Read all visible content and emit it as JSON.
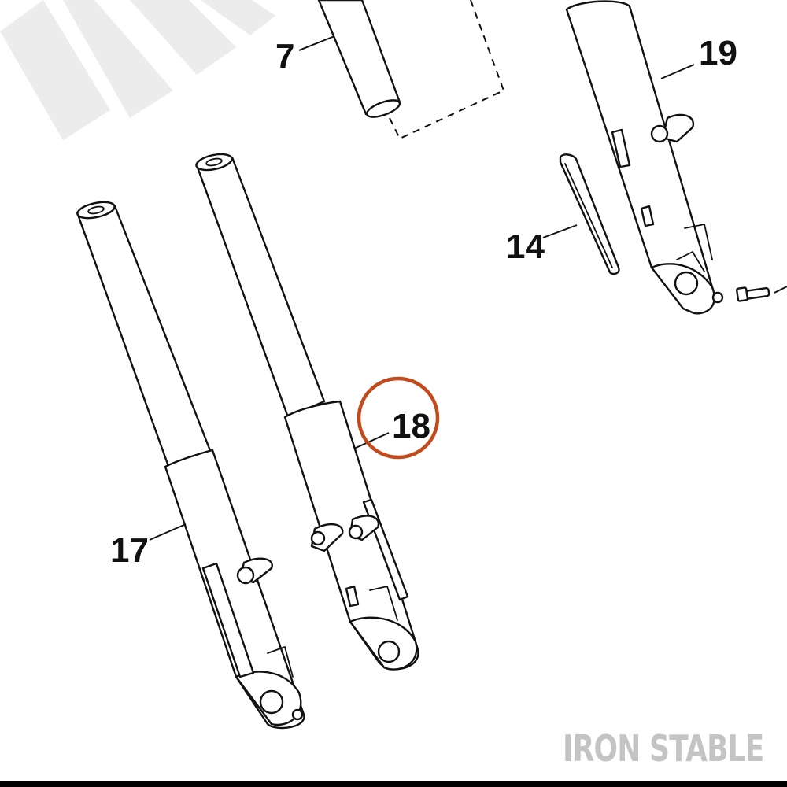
{
  "diagram": {
    "callouts": {
      "fork_tube": "7",
      "outer_fork_assembly_right": "19",
      "reflector": "14",
      "outer_fork_assembly_highlighted": "18",
      "outer_fork_assembly_left": "17"
    },
    "highlight_color": "#c24a1c",
    "line_color": "#111111"
  },
  "watermark": {
    "text": "IRON STABLE",
    "color": "#c4c4c4"
  }
}
